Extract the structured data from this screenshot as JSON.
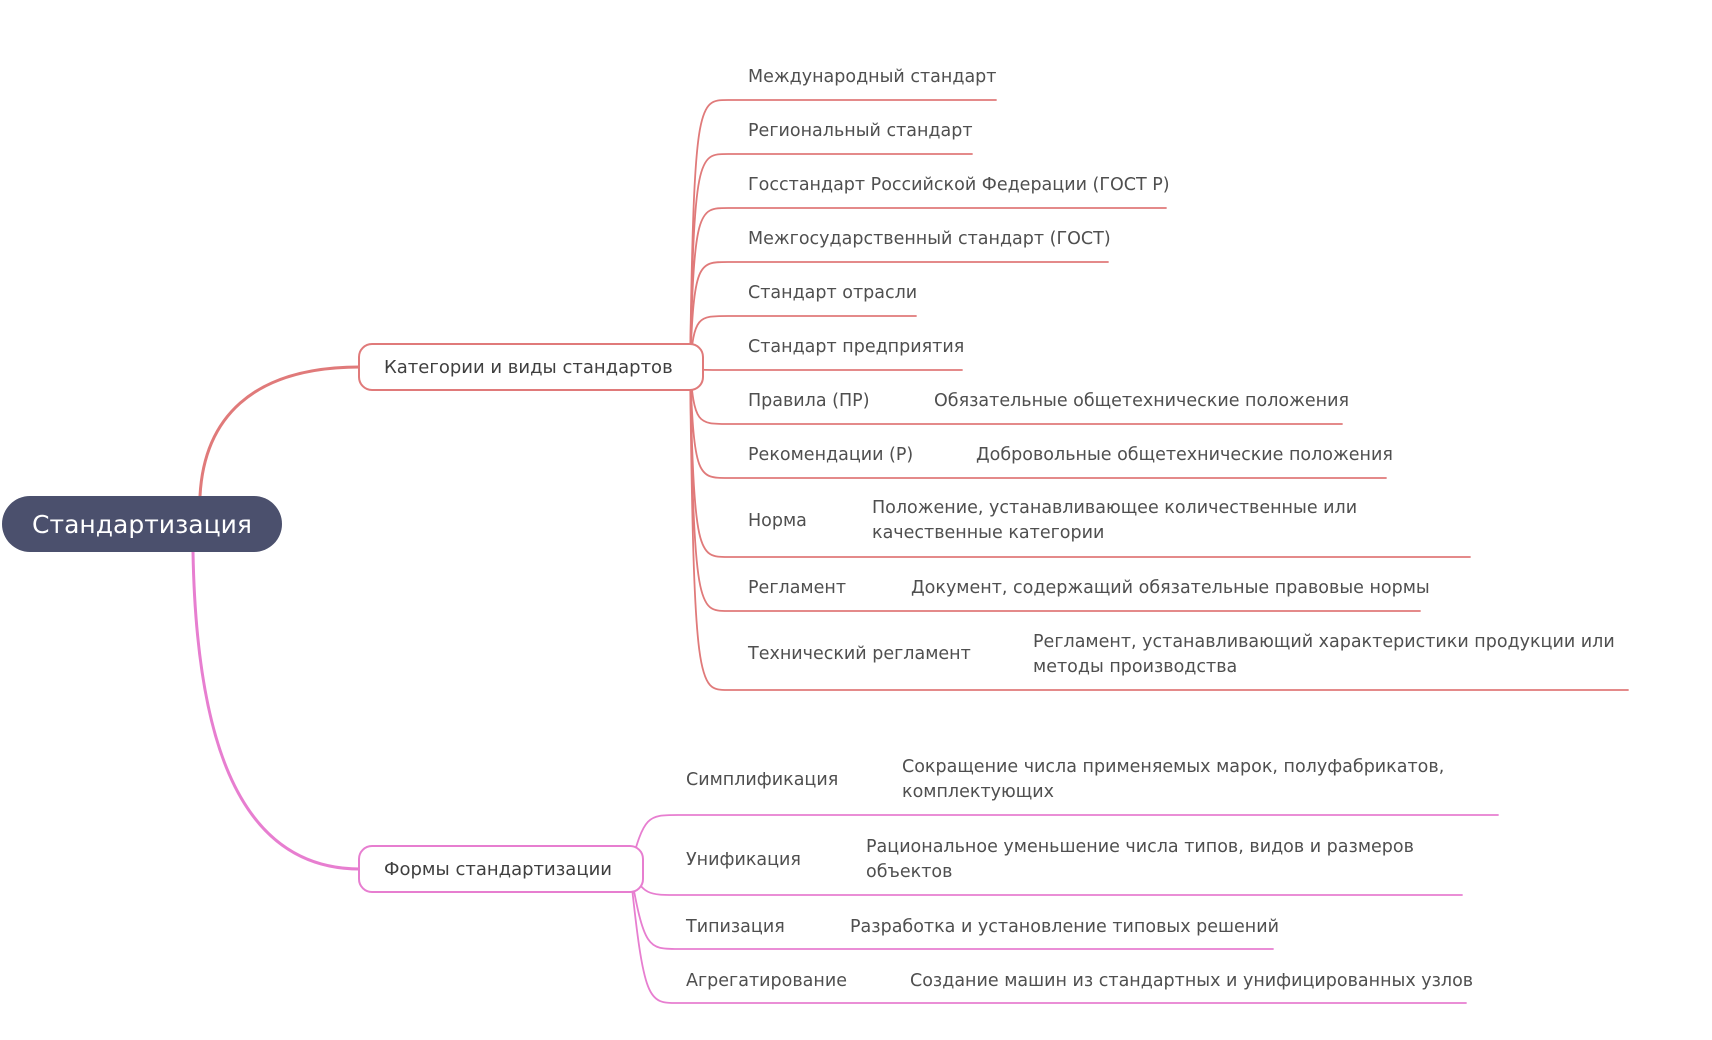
{
  "root": {
    "label": "Стандартизация"
  },
  "branches": [
    {
      "label": "Категории и виды стандартов",
      "color": "#e07a7a",
      "items": [
        {
          "label": "Международный стандарт"
        },
        {
          "label": "Региональный стандарт"
        },
        {
          "label": "Госстандарт Российской Федерации (ГОСТ Р)"
        },
        {
          "label": "Межгосударственный стандарт (ГОСТ)"
        },
        {
          "label": "Стандарт отрасли"
        },
        {
          "label": "Стандарт предприятия"
        },
        {
          "label": "Правила (ПР)",
          "desc": "Обязательные общетехнические положения"
        },
        {
          "label": "Рекомендации (Р)",
          "desc": "Добровольные общетехнические положения"
        },
        {
          "label": "Норма",
          "desc": "Положение, устанавливающее количественные или качественные категории"
        },
        {
          "label": "Регламент",
          "desc": "Документ, содержащий обязательные правовые нормы"
        },
        {
          "label": "Технический регламент",
          "desc": "Регламент, устанавливающий характеристики продукции или методы производства"
        }
      ]
    },
    {
      "label": "Формы стандартизации",
      "color": "#e77ed0",
      "items": [
        {
          "label": "Симплификация",
          "desc": "Сокращение числа применяемых марок, полуфабрикатов, комплектующих"
        },
        {
          "label": "Унификация",
          "desc": "Рациональное уменьшение числа типов, видов и размеров объектов"
        },
        {
          "label": "Типизация",
          "desc": "Разработка и установление типовых решений"
        },
        {
          "label": "Агрегатирование",
          "desc": "Создание машин из стандартных и унифицированных узлов"
        }
      ]
    }
  ],
  "colors": {
    "root_bg": "#4b506d",
    "root_text": "#ffffff"
  }
}
